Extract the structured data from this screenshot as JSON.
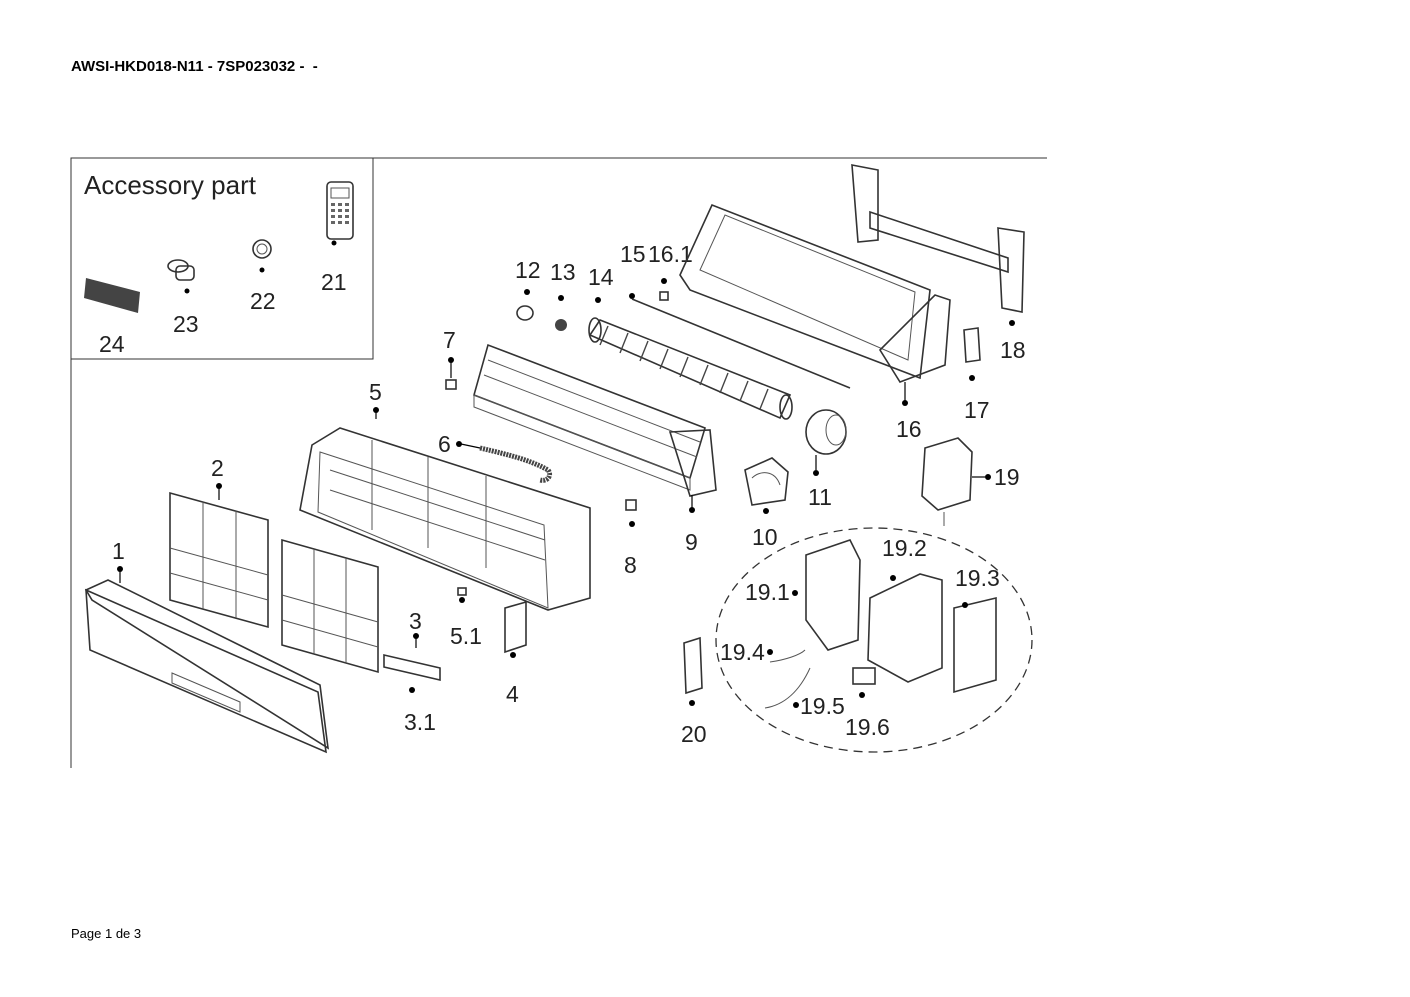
{
  "document": {
    "title": "AWSI-HKD018-N11 - 7SP023032 -  -",
    "footer": "Page 1 de 3"
  },
  "diagram": {
    "accessory_box_title": "Accessory part",
    "labels": {
      "p1": "1",
      "p2": "2",
      "p3": "3",
      "p3_1": "3.1",
      "p4": "4",
      "p5": "5",
      "p5_1": "5.1",
      "p6": "6",
      "p7": "7",
      "p8": "8",
      "p9": "9",
      "p10": "10",
      "p11": "11",
      "p12": "12",
      "p13": "13",
      "p14": "14",
      "p15": "15",
      "p16": "16",
      "p16_1": "16.1",
      "p17": "17",
      "p18": "18",
      "p19": "19",
      "p19_1": "19.1",
      "p19_2": "19.2",
      "p19_3": "19.3",
      "p19_4": "19.4",
      "p19_5": "19.5",
      "p19_6": "19.6",
      "p20": "20",
      "p21": "21",
      "p22": "22",
      "p23": "23",
      "p24": "24"
    }
  }
}
